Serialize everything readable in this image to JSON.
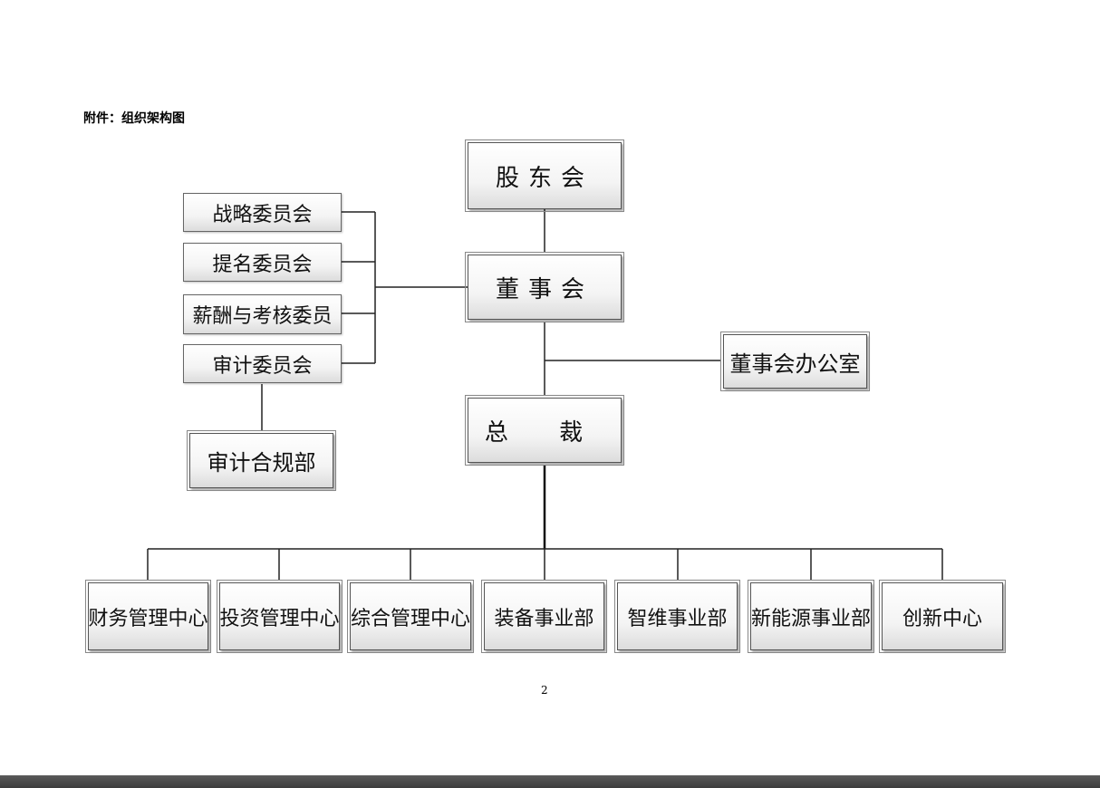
{
  "document": {
    "title": "附件：组织架构图",
    "page_number": "2"
  },
  "org": {
    "shareholders": "股东会",
    "board": "董事会",
    "board_office": "董事会办公室",
    "president": "总 裁",
    "committees": [
      "战略委员会",
      "提名委员会",
      "薪酬与考核委员",
      "审计委员会"
    ],
    "audit_dept": "审计合规部",
    "departments": [
      "财务管理中心",
      "投资管理中心",
      "综合管理中心",
      "装备事业部",
      "智维事业部",
      "新能源事业部",
      "创新中心"
    ]
  },
  "colors": {
    "box_border": "#555555",
    "box_gradient_top": "#ffffff",
    "box_gradient_bottom": "#dcdcdc",
    "footer_bar": "#4a4a4a"
  }
}
